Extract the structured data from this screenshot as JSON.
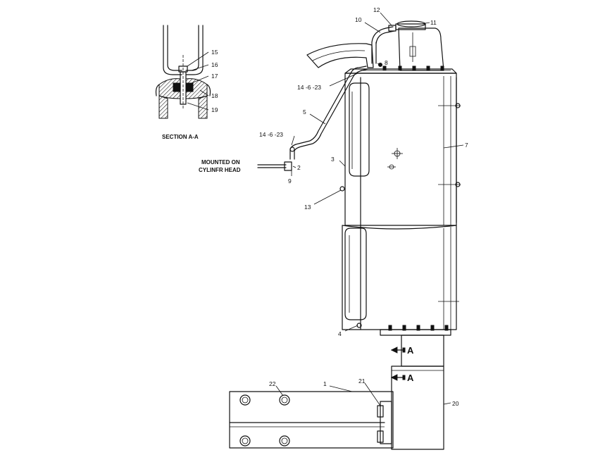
{
  "section": {
    "title": "SECTION  A-A"
  },
  "note": {
    "line1": "MOUNTED  ON",
    "line2": "CYLINFR  HEAD"
  },
  "callouts": {
    "c1": "1",
    "c2": "2",
    "c3": "3",
    "c4": "4",
    "c5": "5",
    "c7": "7",
    "c8": "8",
    "c9": "9",
    "c10": "10",
    "c11": "11",
    "c12": "12",
    "c13": "13",
    "c14a": "14  -6  -23",
    "c14b": "14  -6  -23",
    "c15": "15",
    "c16": "16",
    "c17": "17",
    "c18": "18",
    "c19": "19",
    "c20": "20",
    "c21": "21",
    "c22": "22"
  },
  "section_markers": {
    "upper": "A",
    "lower": "A"
  }
}
